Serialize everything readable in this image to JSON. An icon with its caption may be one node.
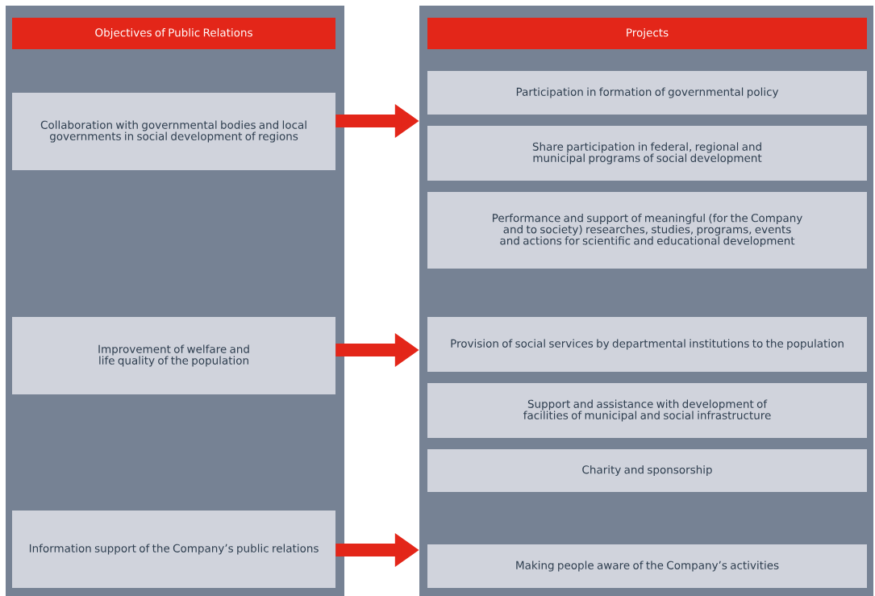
{
  "diagram": {
    "nodes": [
      {
        "text": [
          "Objectives of Public Relations"
        ]
      },
      {
        "text": [
          "Projects"
        ]
      },
      {
        "text": [
          "Collaboration with governmental bodies and local governments in social development of regions"
        ],
        "in": 0
      },
      {
        "text": [
          "Improvement of welfare and life quality of the population"
        ],
        "in": 0
      },
      {
        "text": [
          "Information support of the Company’s public relations"
        ],
        "in": 0
      },
      {
        "text": [
          "Participation in formation of governmental policy"
        ],
        "in": 1
      },
      {
        "text": [
          "Share participation in federal, regional and municipal programs of social development"
        ],
        "in": 1
      },
      {
        "text": [
          "Performance and support of meaningful (for the Company and to society) researches, studies, programs, events and actions for scientific and educational development"
        ],
        "in": 1
      },
      {
        "text": [
          "Provision of social services by departmental institutions to the population"
        ],
        "in": 1
      },
      {
        "text": [
          "Support and assistance with development of facilities of municipal and social infrastructure"
        ],
        "in": 1
      },
      {
        "text": [
          "Charity and sponsorship"
        ],
        "in": 1
      },
      {
        "text": [
          "Making people aware of the Company’s activities"
        ],
        "in": 1
      }
    ],
    "edges": [
      {
        "from": 2,
        "to": 1,
        "arrow": "to"
      },
      {
        "from": 3,
        "to": 1,
        "arrow": "to"
      },
      {
        "from": 4,
        "to": 1,
        "arrow": "to"
      }
    ]
  }
}
